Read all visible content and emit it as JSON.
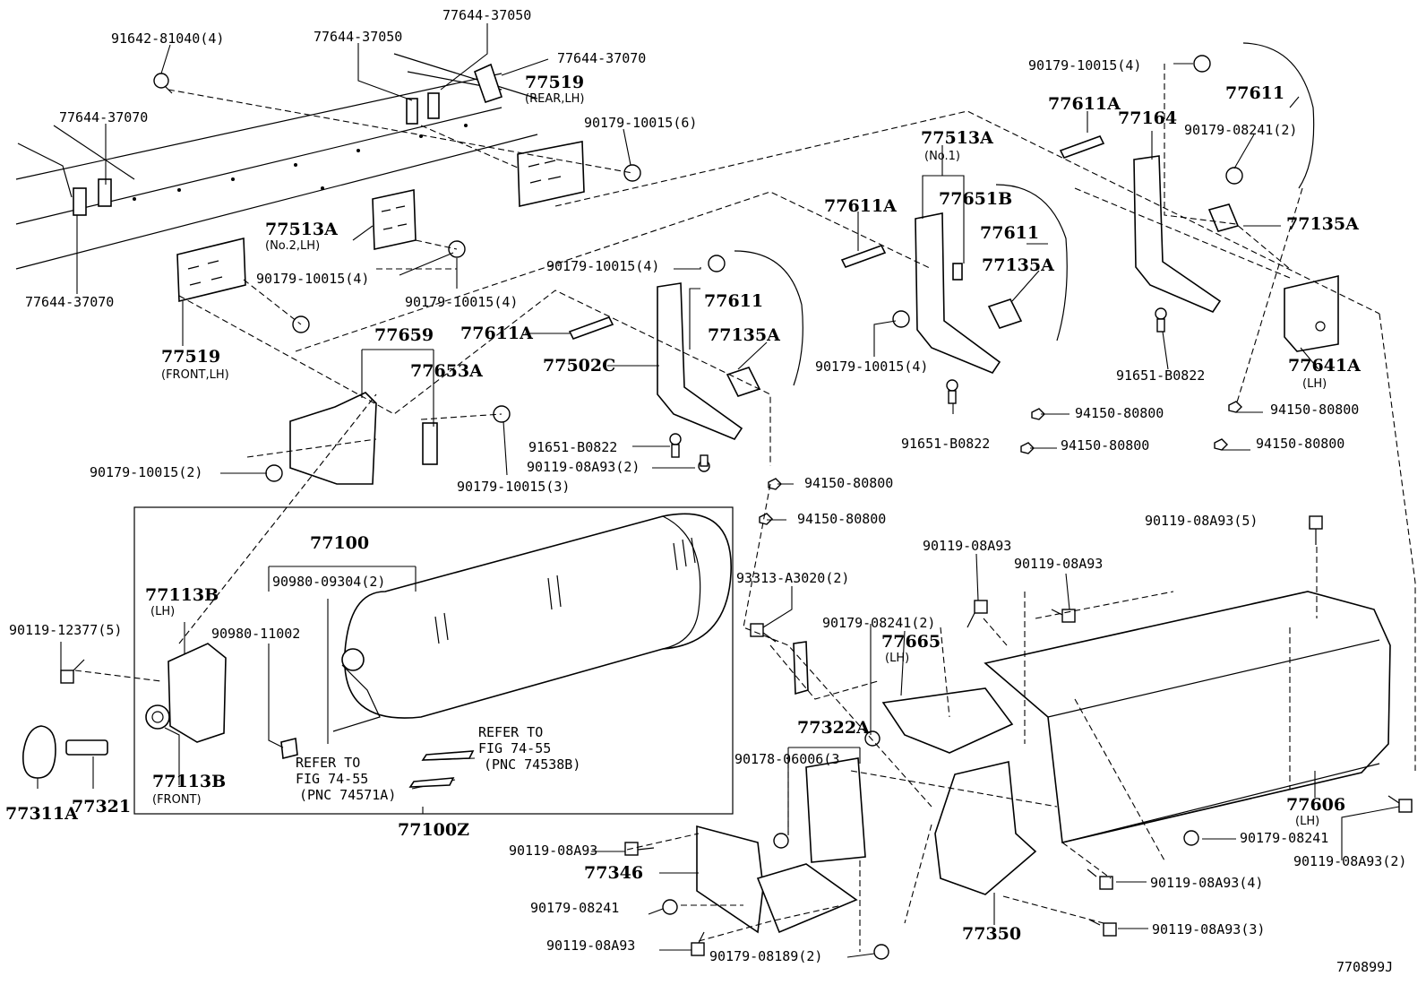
{
  "diagram": {
    "corner_code": "770899J",
    "assembly_label": "77100Z",
    "parts": [
      {
        "key": "p1",
        "number": "91642-81040",
        "qty": "(4)"
      },
      {
        "key": "p2",
        "number": "77644-37050",
        "qty": ""
      },
      {
        "key": "p3",
        "number": "77644-37050",
        "qty": ""
      },
      {
        "key": "p4",
        "number": "77644-37070",
        "qty": ""
      },
      {
        "key": "p5",
        "number": "77519",
        "qty": "",
        "note": "(REAR,LH)"
      },
      {
        "key": "p6",
        "number": "90179-10015",
        "qty": "(6)"
      },
      {
        "key": "p7",
        "number": "77644-37070",
        "qty": ""
      },
      {
        "key": "p8",
        "number": "77513A",
        "qty": "",
        "note": "(No.2,LH)"
      },
      {
        "key": "p9",
        "number": "90179-10015",
        "qty": "(4)"
      },
      {
        "key": "p10",
        "number": "90179-10015",
        "qty": "(4)"
      },
      {
        "key": "p11",
        "number": "77644-37070",
        "qty": ""
      },
      {
        "key": "p12",
        "number": "77519",
        "qty": "",
        "note": "(FRONT,LH)"
      },
      {
        "key": "p13",
        "number": "77659",
        "qty": ""
      },
      {
        "key": "p14",
        "number": "77653A",
        "qty": ""
      },
      {
        "key": "p15",
        "number": "90179-10015",
        "qty": "(2)"
      },
      {
        "key": "p16",
        "number": "90179-10015",
        "qty": "(3)"
      },
      {
        "key": "p17",
        "number": "90179-10015",
        "qty": "(4)"
      },
      {
        "key": "p18",
        "number": "77611",
        "qty": ""
      },
      {
        "key": "p19",
        "number": "77611A",
        "qty": ""
      },
      {
        "key": "p20",
        "number": "77135A",
        "qty": ""
      },
      {
        "key": "p21",
        "number": "77502C",
        "qty": ""
      },
      {
        "key": "p22",
        "number": "91651-B0822",
        "qty": ""
      },
      {
        "key": "p23",
        "number": "90119-08A93",
        "qty": "(2)"
      },
      {
        "key": "p24",
        "number": "94150-80800",
        "qty": ""
      },
      {
        "key": "p25",
        "number": "94150-80800",
        "qty": ""
      },
      {
        "key": "p26",
        "number": "77611A",
        "qty": ""
      },
      {
        "key": "p27",
        "number": "77513A",
        "qty": "",
        "note": "(No.1)"
      },
      {
        "key": "p28",
        "number": "77651B",
        "qty": ""
      },
      {
        "key": "p29",
        "number": "77611",
        "qty": ""
      },
      {
        "key": "p30",
        "number": "77135A",
        "qty": ""
      },
      {
        "key": "p31",
        "number": "90179-10015",
        "qty": "(4)"
      },
      {
        "key": "p32",
        "number": "91651-B0822",
        "qty": ""
      },
      {
        "key": "p33",
        "number": "94150-80800",
        "qty": ""
      },
      {
        "key": "p34",
        "number": "94150-80800",
        "qty": ""
      },
      {
        "key": "p35",
        "number": "90179-10015",
        "qty": "(4)"
      },
      {
        "key": "p36",
        "number": "77611A",
        "qty": ""
      },
      {
        "key": "p37",
        "number": "77164",
        "qty": ""
      },
      {
        "key": "p38",
        "number": "77611",
        "qty": ""
      },
      {
        "key": "p39",
        "number": "90179-08241",
        "qty": "(2)"
      },
      {
        "key": "p40",
        "number": "77135A",
        "qty": ""
      },
      {
        "key": "p41",
        "number": "91651-B0822",
        "qty": ""
      },
      {
        "key": "p42",
        "number": "77641A",
        "qty": "",
        "note": "(LH)"
      },
      {
        "key": "p43",
        "number": "94150-80800",
        "qty": ""
      },
      {
        "key": "p44",
        "number": "94150-80800",
        "qty": ""
      },
      {
        "key": "p45",
        "number": "90119-08A93",
        "qty": "(5)"
      },
      {
        "key": "p46",
        "number": "77100",
        "qty": ""
      },
      {
        "key": "p47",
        "number": "90980-09304",
        "qty": "(2)"
      },
      {
        "key": "p48",
        "number": "90980-11002",
        "qty": ""
      },
      {
        "key": "p49",
        "number": "77113B",
        "qty": "",
        "note": "(LH)"
      },
      {
        "key": "p50",
        "number": "77113B",
        "qty": "",
        "note": "(FRONT)"
      },
      {
        "key": "p51",
        "number": "90119-12377",
        "qty": "(5)"
      },
      {
        "key": "p52",
        "number": "77311A",
        "qty": ""
      },
      {
        "key": "p53",
        "number": "77321",
        "qty": ""
      },
      {
        "key": "p54",
        "number": "93313-A3020",
        "qty": "(2)"
      },
      {
        "key": "p55",
        "number": "90119-08A93",
        "qty": ""
      },
      {
        "key": "p56",
        "number": "90119-08A93",
        "qty": ""
      },
      {
        "key": "p57",
        "number": "90179-08241",
        "qty": "(2)"
      },
      {
        "key": "p58",
        "number": "77665",
        "qty": "",
        "note": "(LH)"
      },
      {
        "key": "p59",
        "number": "77322A",
        "qty": ""
      },
      {
        "key": "p60",
        "number": "90178-06006",
        "qty": "(3"
      },
      {
        "key": "p61",
        "number": "90119-08A93",
        "qty": ""
      },
      {
        "key": "p62",
        "number": "77346",
        "qty": ""
      },
      {
        "key": "p63",
        "number": "90179-08241",
        "qty": ""
      },
      {
        "key": "p64",
        "number": "90119-08A93",
        "qty": ""
      },
      {
        "key": "p65",
        "number": "90179-08189",
        "qty": "(2)"
      },
      {
        "key": "p66",
        "number": "77350",
        "qty": ""
      },
      {
        "key": "p67",
        "number": "77606",
        "qty": "",
        "note": "(LH)"
      },
      {
        "key": "p68",
        "number": "90179-08241",
        "qty": ""
      },
      {
        "key": "p69",
        "number": "90119-08A93",
        "qty": "(2)"
      },
      {
        "key": "p70",
        "number": "90119-08A93",
        "qty": "(4)"
      },
      {
        "key": "p71",
        "number": "90119-08A93",
        "qty": "(3)"
      }
    ],
    "references": [
      {
        "key": "r1",
        "line1": "REFER TO",
        "line2": "FIG 74-55",
        "line3": "(PNC 74538B)"
      },
      {
        "key": "r2",
        "line1": "REFER TO",
        "line2": "FIG 74-55",
        "line3": "(PNC 74571A)"
      }
    ]
  }
}
